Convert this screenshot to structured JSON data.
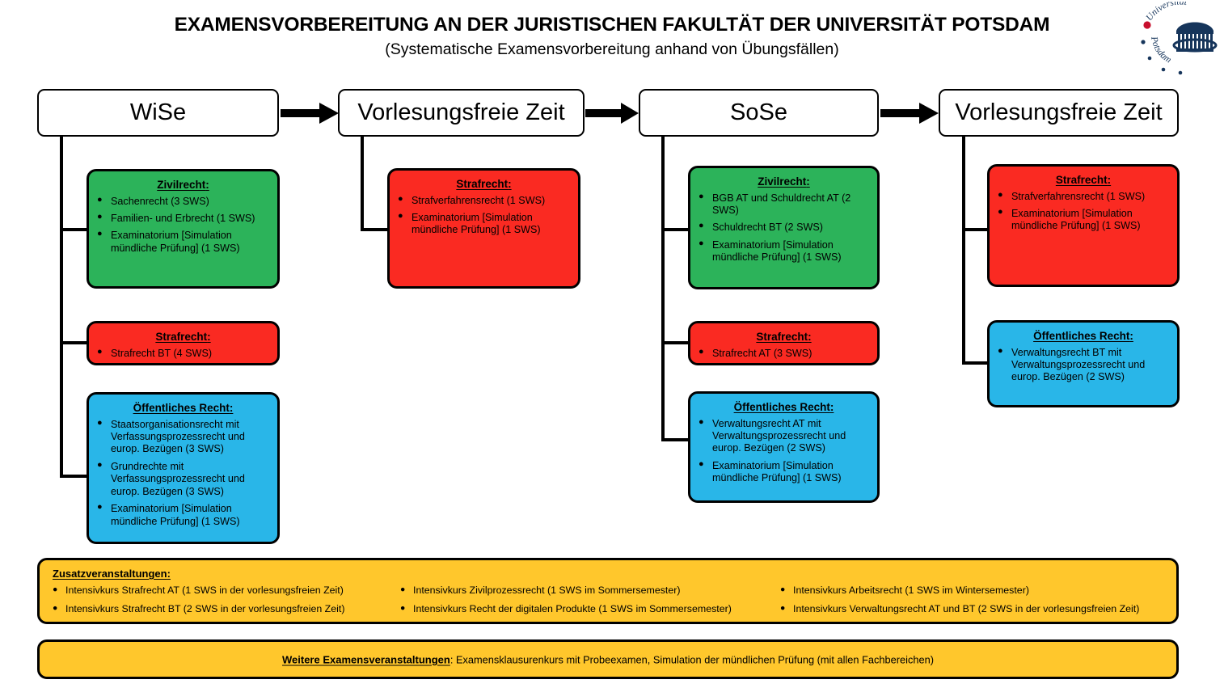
{
  "header": {
    "title": "EXAMENSVORBEREITUNG AN DER JURISTISCHEN FAKULTÄT DER UNIVERSITÄT POTSDAM",
    "subtitle": "(Systematische Examensvorbereitung anhand von Übungsfällen)",
    "logo_alt": "Universität Potsdam"
  },
  "colors": {
    "zivilrecht_green": "#2CB35A",
    "strafrecht_red": "#FA2A22",
    "oeffentliches_recht_blue": "#29B6E8",
    "extras_yellow": "#FFC72C",
    "outline_black": "#000000",
    "page_white": "#FFFFFF"
  },
  "phases": [
    {
      "label": "WiSe"
    },
    {
      "label": "Vorlesungsfreie Zeit"
    },
    {
      "label": "SoSe"
    },
    {
      "label": "Vorlesungsfreie Zeit"
    }
  ],
  "cards": {
    "wise_zivilrecht": {
      "title": "Zivilrecht",
      "items": [
        "Sachenrecht (3 SWS)",
        "Familien- und Erbrecht (1 SWS)",
        "Examinatorium [Simulation mündliche Prüfung] (1 SWS)"
      ]
    },
    "wise_strafrecht": {
      "title": "Strafrecht",
      "items": [
        "Strafrecht BT (4 SWS)"
      ]
    },
    "wise_oeffentliches": {
      "title": "Öffentliches Recht",
      "items": [
        "Staatsorganisationsrecht mit Verfassungsprozessrecht und europ. Bezügen (3 SWS)",
        "Grundrechte mit Verfassungsprozessrecht und europ. Bezügen (3 SWS)",
        "Examinatorium [Simulation mündliche Prüfung] (1 SWS)"
      ]
    },
    "vfz1_strafrecht": {
      "title": "Strafrecht",
      "items": [
        "Strafverfahrensrecht (1 SWS)",
        "Examinatorium [Simulation mündliche Prüfung] (1 SWS)"
      ]
    },
    "sose_zivilrecht": {
      "title": "Zivilrecht",
      "items": [
        "BGB AT und Schuldrecht AT (2 SWS)",
        "Schuldrecht BT (2 SWS)",
        "Examinatorium [Simulation mündliche Prüfung] (1 SWS)"
      ]
    },
    "sose_strafrecht": {
      "title": "Strafrecht",
      "items": [
        "Strafrecht AT (3 SWS)"
      ]
    },
    "sose_oeffentliches": {
      "title": "Öffentliches Recht",
      "items": [
        "Verwaltungsrecht AT mit Verwaltungsprozessrecht und europ. Bezügen (2 SWS)",
        "Examinatorium [Simulation mündliche Prüfung] (1 SWS)"
      ]
    },
    "vfz2_strafrecht": {
      "title": "Strafrecht",
      "items": [
        "Strafverfahrensrecht (1 SWS)",
        "Examinatorium [Simulation mündliche Prüfung] (1 SWS)"
      ]
    },
    "vfz2_oeffentliches": {
      "title": "Öffentliches Recht",
      "items": [
        "Verwaltungsrecht BT mit Verwaltungsprozessrecht und europ. Bezügen (2 SWS)"
      ]
    }
  },
  "extras": {
    "heading": "Zusatzveranstaltungen",
    "column1": [
      "Intensivkurs Strafrecht AT (1 SWS in der vorlesungsfreien Zeit)",
      "Intensivkurs Strafrecht BT (2 SWS in der vorlesungsfreien Zeit)"
    ],
    "column2": [
      "Intensivkurs Zivilprozessrecht (1 SWS im Sommersemester)",
      "Intensivkurs Recht der digitalen Produkte (1 SWS im Sommersemester)"
    ],
    "column3": [
      "Intensivkurs Arbeitsrecht (1 SWS im Wintersemester)",
      "Intensivkurs Verwaltungsrecht AT und BT (2 SWS in der vorlesungsfreien Zeit)"
    ]
  },
  "further": {
    "heading": "Weitere Examensveranstaltungen",
    "text": ": Examensklausurenkurs mit Probeexamen, Simulation der mündlichen Prüfung (mit allen Fachbereichen)"
  }
}
